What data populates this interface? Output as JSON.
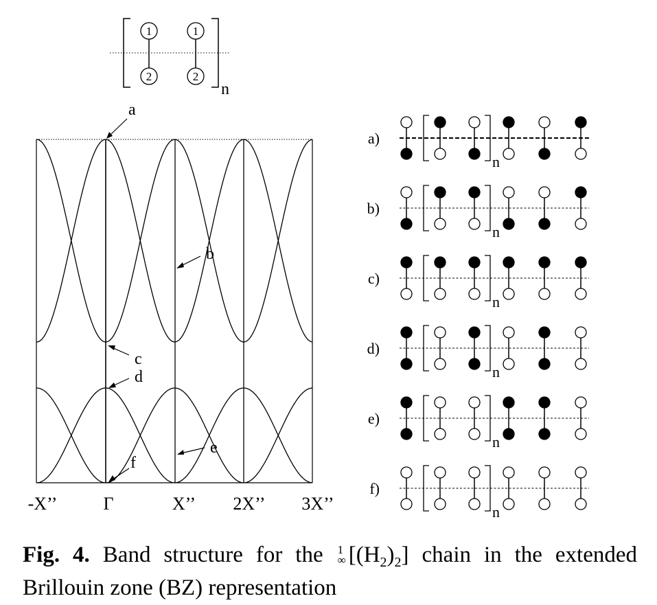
{
  "unit_cell": {
    "atom_labels": [
      "1",
      "2"
    ],
    "repeat_subscript": "n"
  },
  "band_plot": {
    "x_ticks": [
      "-X’’",
      "Γ",
      "X’’",
      "2X’’",
      "3X’’"
    ],
    "point_labels": [
      "a",
      "b",
      "c",
      "d",
      "e",
      "f"
    ]
  },
  "orbital_diagrams": {
    "row_labels": [
      "a)",
      "b)",
      "c)",
      "d)",
      "e)",
      "f)"
    ],
    "repeat_subscript": "n"
  },
  "caption": {
    "label": "Fig. 4.",
    "text_before": " Band structure for the ",
    "frac_num": "1",
    "frac_den": "∞",
    "formula_open": "[(H",
    "sub1": "2",
    "formula_mid": ")",
    "sub2": "2",
    "formula_close": "]",
    "text_after": " chain in the extended Brillouin zone (BZ) representation"
  }
}
